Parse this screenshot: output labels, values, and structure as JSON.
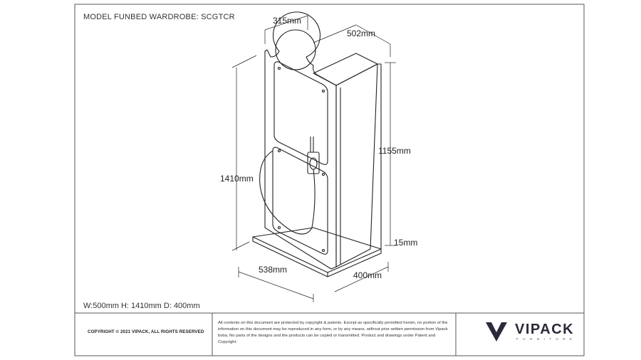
{
  "header": {
    "title": "MODEL FUNBED WARDROBE: SCGTCR"
  },
  "dimensions": {
    "headboard_width": "315mm",
    "top_width": "502mm",
    "side_height": "1155mm",
    "total_height": "1410mm",
    "base_height": "15mm",
    "base_front": "538mm",
    "base_depth": "400mm"
  },
  "summary": "W:500mm H: 1410mm D: 400mm",
  "footer": {
    "copyright": "COPYRIGHT © 2021 VIPACK, ALL RIGHTS RESERVED",
    "disclaimer": "All contents on this document are protected by copyright & patents. Except as specifically permitted herein, no portion of the information on this document may be reproduced in any form, or by any means, without prior written permission from Vipack bvba. No parts of the designs and the products can be copied or transmitted. Product and drawings under Patent and Copyright."
  },
  "logo": {
    "word": "VIPACK",
    "sub": "FURNITURE"
  },
  "colors": {
    "line": "#222222",
    "frame": "#555555",
    "logo": "#2a2a3a"
  }
}
